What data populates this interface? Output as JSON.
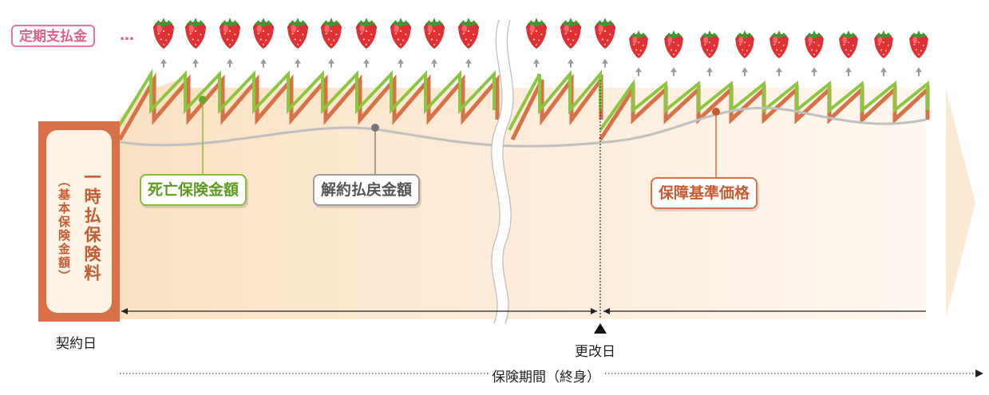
{
  "labels": {
    "periodic_payment": "定期支払金",
    "ellipsis": "…",
    "single_premium": "一時払保険料",
    "base_insured_amount": "（基本保険金額）",
    "death_benefit": "死亡保険金額",
    "surrender_value": "解約払戻金額",
    "guarantee_base_price": "保障基準価格",
    "contract_date": "契約日",
    "renewal_date": "更改日",
    "coverage_period": "保険期間（終身）"
  },
  "colors": {
    "fill": "#fbe1c2",
    "green": "#8cc63f",
    "orange": "#d97148",
    "gray": "#b8b8b8",
    "pink": "#e7779a",
    "strawberry": "#e0303a"
  },
  "icons": [
    "strawberry-icon",
    "up-arrow-icon",
    "wavy-break-icon",
    "triangle-marker-icon",
    "right-arrow-icon"
  ]
}
